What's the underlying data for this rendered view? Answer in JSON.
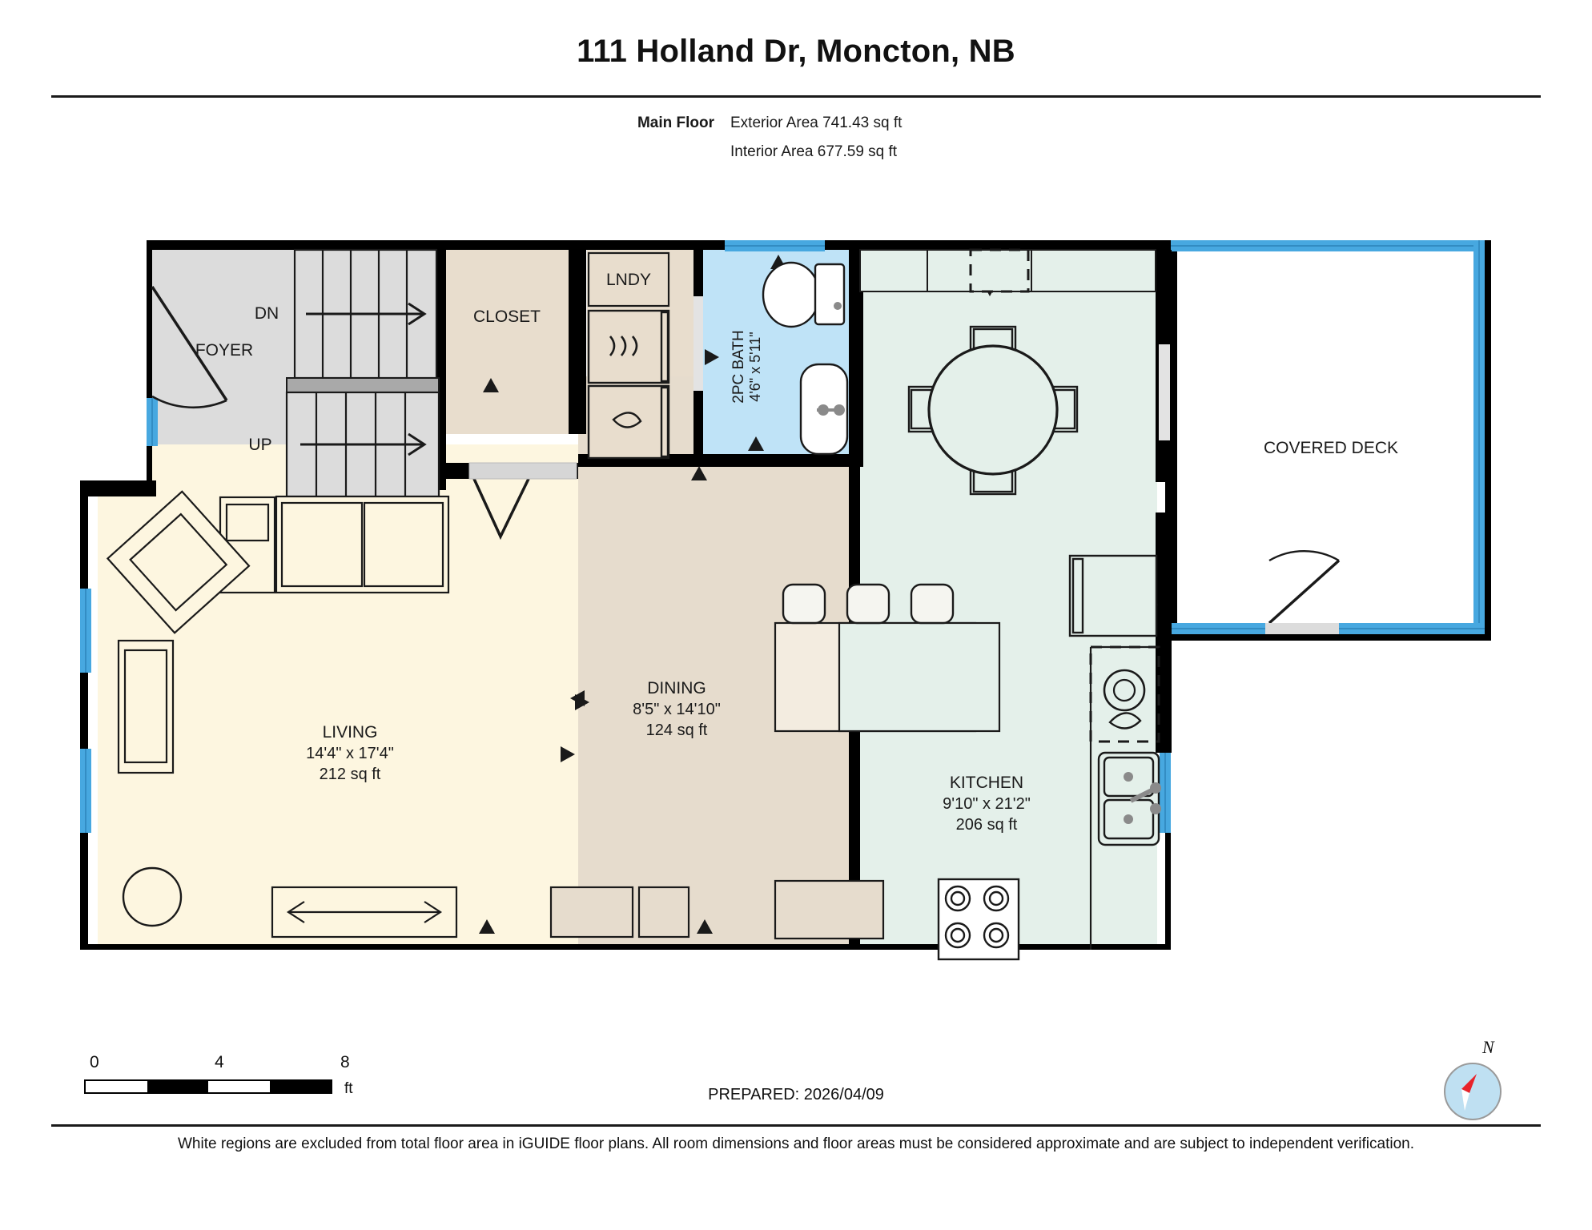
{
  "header": {
    "title": "111 Holland Dr, Moncton, NB",
    "floor_label": "Main Floor",
    "exterior_area": "Exterior Area 741.43 sq ft",
    "interior_area": "Interior Area 677.59 sq ft"
  },
  "rooms": {
    "foyer": {
      "name": "FOYER"
    },
    "stairs_dn": {
      "label": "DN"
    },
    "stairs_up": {
      "label": "UP"
    },
    "closet": {
      "name": "CLOSET"
    },
    "laundry": {
      "name": "LNDY"
    },
    "bath": {
      "name": "2PC BATH",
      "dims": "4'6\" x 5'11\""
    },
    "living": {
      "name": "LIVING",
      "dims": "14'4\" x 17'4\"",
      "area": "212 sq ft"
    },
    "dining": {
      "name": "DINING",
      "dims": "8'5\" x 14'10\"",
      "area": "124 sq ft"
    },
    "kitchen": {
      "name": "KITCHEN",
      "dims": "9'10\" x 21'2\"",
      "area": "206 sq ft"
    },
    "deck": {
      "name": "COVERED DECK"
    }
  },
  "footer": {
    "scale_ticks": [
      "0",
      "4",
      "8"
    ],
    "scale_unit": "ft",
    "prepared": "PREPARED: 2026/04/09",
    "disclaimer": "White regions are excluded from total floor area in iGUIDE floor plans. All room dimensions and floor areas must be considered approximate and are subject to independent verification.",
    "compass_label": "N"
  },
  "colors": {
    "wall": "#000000",
    "living_fill": "#fdf6e0",
    "dining_fill": "#e6dccd",
    "kitchen_fill": "#e4f0ea",
    "bath_fill": "#bfe3f7",
    "foyer_fill": "#dcdcdc",
    "closet_fill": "#e8ddcd",
    "window_blue": "#47a8e0",
    "deck_fill": "#ffffff"
  }
}
